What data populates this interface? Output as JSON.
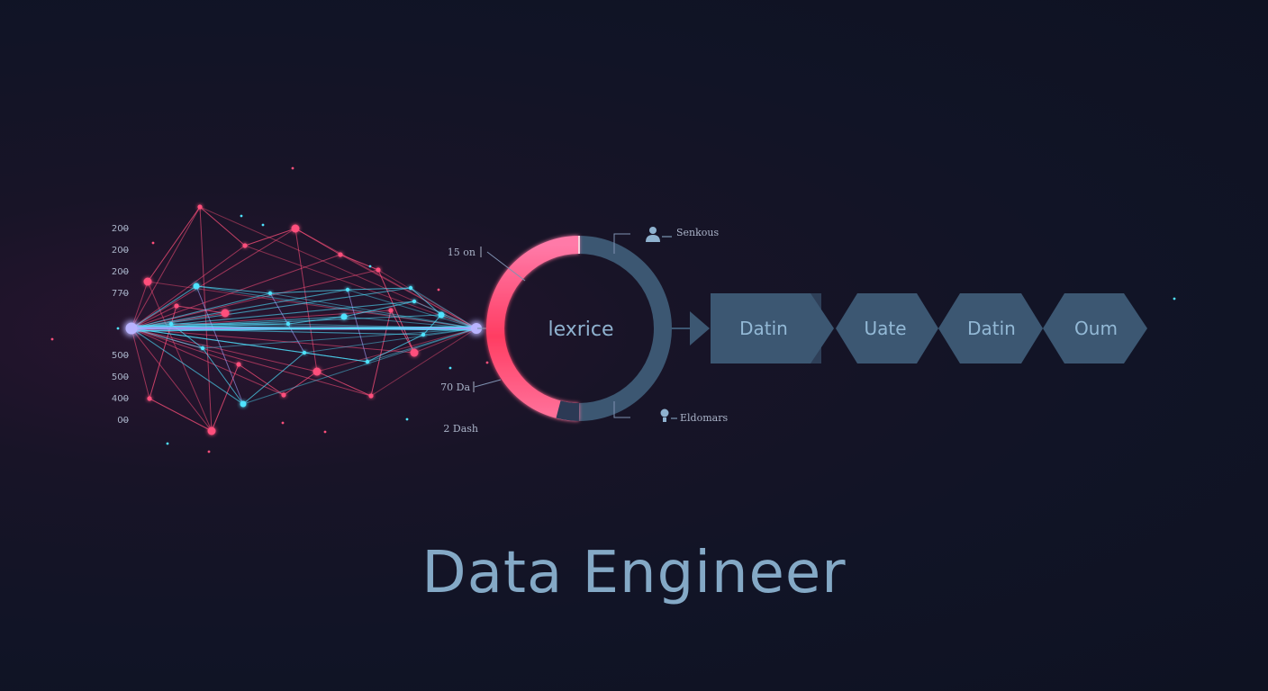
{
  "title": "Data Engineer",
  "axis": {
    "upper_ticks": [
      "200",
      "200",
      "200",
      "770"
    ],
    "lower_ticks": [
      "500",
      "500",
      "400",
      "00"
    ]
  },
  "ring": {
    "label": "lexrice",
    "left_annotations": [
      "15 on",
      "70 Da",
      "2 Dash"
    ],
    "right_annotations": [
      {
        "icon": "person-icon",
        "label": "Senkous"
      },
      {
        "icon": "bulb-icon",
        "label": "Eldomars"
      }
    ]
  },
  "pipeline": {
    "stages": [
      "Datin",
      "Uate",
      "Datin",
      "Oum"
    ]
  },
  "colors": {
    "pink": "#ff4f7b",
    "cyan": "#4fe3ff",
    "lavender": "#a9a4ff",
    "slate": "#3c5772",
    "text": "#84a9c6"
  }
}
